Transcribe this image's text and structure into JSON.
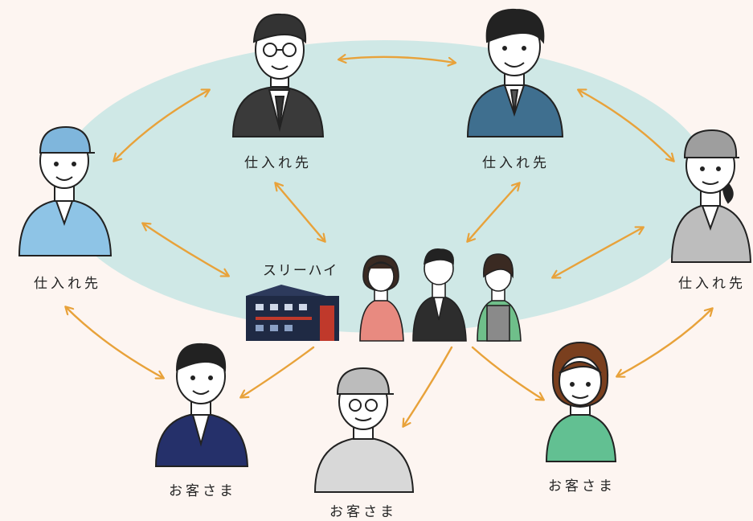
{
  "colors": {
    "background": "#fdf5f1",
    "ellipse": "#cfe8e6",
    "arrow": "#e8a23a"
  },
  "company": {
    "label": "スリーハイ",
    "icon": "company-building-icon"
  },
  "suppliers": [
    {
      "label": "仕入れ先",
      "icon": "businessman-glasses-icon"
    },
    {
      "label": "仕入れ先",
      "icon": "worker-blue-jacket-icon"
    },
    {
      "label": "仕入れ先",
      "icon": "worker-cap-light-blue-icon"
    },
    {
      "label": "仕入れ先",
      "icon": "worker-cap-woman-icon"
    }
  ],
  "customers": [
    {
      "label": "お客さま",
      "icon": "businessman-navy-suit-icon"
    },
    {
      "label": "お客さま",
      "icon": "worker-grey-cap-icon"
    },
    {
      "label": "お客さま",
      "icon": "woman-green-top-icon"
    }
  ]
}
